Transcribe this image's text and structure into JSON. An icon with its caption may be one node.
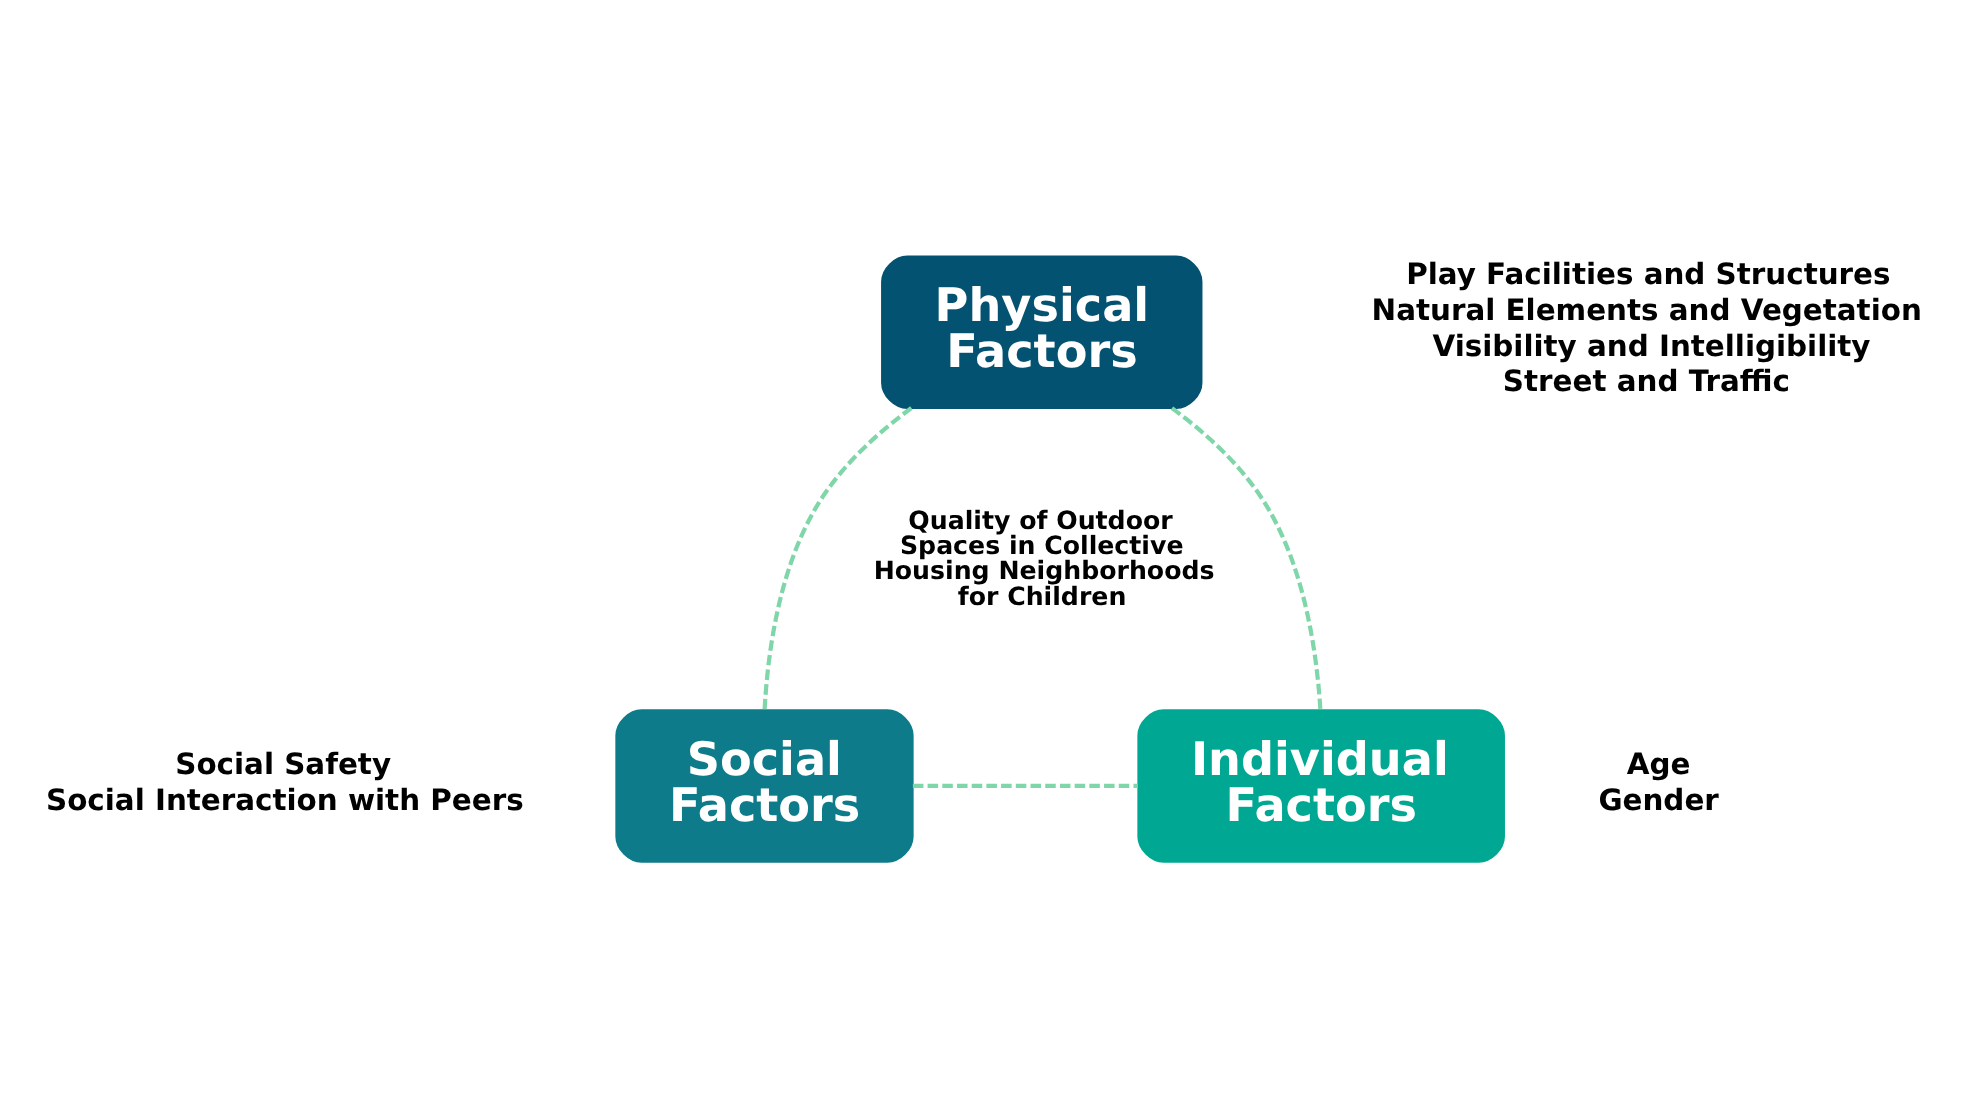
{
  "diagram": {
    "nodes": [
      {
        "text": [
          "Physical Factors"
        ],
        "beside": [
          "Play Facilities and Structures",
          "Natural Elements and Vegetation",
          "Visibility and Intelligibility",
          "Street and Traffic"
        ]
      },
      {
        "text": [
          "Social Factors"
        ],
        "beside": [
          "Social Safety",
          "Social Interaction with Peers"
        ]
      },
      {
        "text": [
          "Individual Factors"
        ],
        "beside": [
          "Age",
          "Gender"
        ]
      }
    ],
    "edges": [
      {
        "from": 0,
        "to": 1,
        "arrow": "none",
        "style": "dashed"
      },
      {
        "from": 0,
        "to": 2,
        "arrow": "none",
        "style": "dashed"
      },
      {
        "from": 1,
        "to": 2,
        "arrow": "none",
        "style": "dashed"
      }
    ],
    "labels": [
      "Quality of Outdoor Spaces in Collective Housing Neighborhoods for Children"
    ]
  }
}
